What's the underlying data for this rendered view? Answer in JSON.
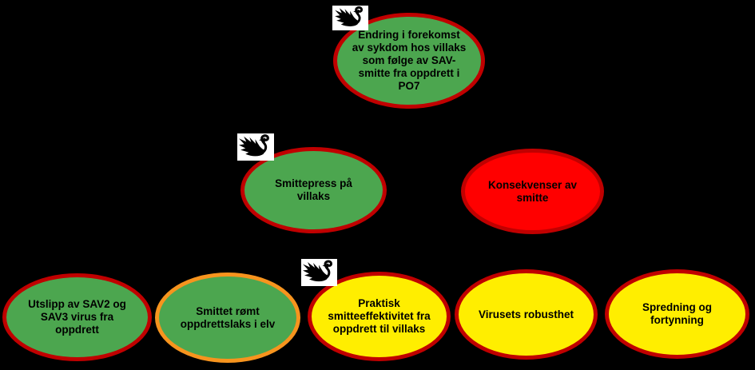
{
  "diagram": {
    "background": "#000000",
    "language": "Norwegian",
    "colors": {
      "green": "#4CA64F",
      "red": "#FF0000",
      "yellow": "#FFEE00",
      "darkred": "#C00000",
      "orange": "#F7941E",
      "text": "#000000",
      "iconbg": "#FFFFFF",
      "iconfg": "#000000"
    },
    "icon_legend": {
      "black_swan_icon": "black-swan-icon"
    },
    "nodes": [
      {
        "id": "endring-i-forekomst",
        "label": "Endring i forekomst\nav sykdom hos villaks\nsom følge av SAV-\nsmitte fra oppdrett i\nPO7",
        "fill": "#4CA64F",
        "border": "#C00000",
        "has_swan_icon": true,
        "row": "top"
      },
      {
        "id": "smittepress-pa-villaks",
        "label": "Smittepress på\nvillaks",
        "fill": "#4CA64F",
        "border": "#C00000",
        "has_swan_icon": true,
        "row": "middle"
      },
      {
        "id": "konsekvenser-av-smitte",
        "label": "Konsekvenser av\nsmitte",
        "fill": "#FF0000",
        "border": "#C00000",
        "has_swan_icon": false,
        "row": "middle"
      },
      {
        "id": "utslipp-av-sav2-sav3",
        "label": "Utslipp av SAV2 og\nSAV3 virus fra\noppdrett",
        "fill": "#4CA64F",
        "border": "#C00000",
        "has_swan_icon": false,
        "row": "bottom"
      },
      {
        "id": "smittet-romt-oppdrettslaks",
        "label": "Smittet rømt\noppdrettslaks i elv",
        "fill": "#4CA64F",
        "border": "#F7941E",
        "has_swan_icon": false,
        "row": "bottom"
      },
      {
        "id": "praktisk-smitteeffektivitet",
        "label": "Praktisk\nsmitteeffektivitet fra\noppdrett til villaks",
        "fill": "#FFEE00",
        "border": "#C00000",
        "has_swan_icon": true,
        "row": "bottom"
      },
      {
        "id": "virusets-robusthet",
        "label": "Virusets robusthet",
        "fill": "#FFEE00",
        "border": "#C00000",
        "has_swan_icon": false,
        "row": "bottom"
      },
      {
        "id": "spredning-og-fortynning",
        "label": "Spredning og\nfortynning",
        "fill": "#FFEE00",
        "border": "#C00000",
        "has_swan_icon": false,
        "row": "bottom"
      }
    ]
  }
}
